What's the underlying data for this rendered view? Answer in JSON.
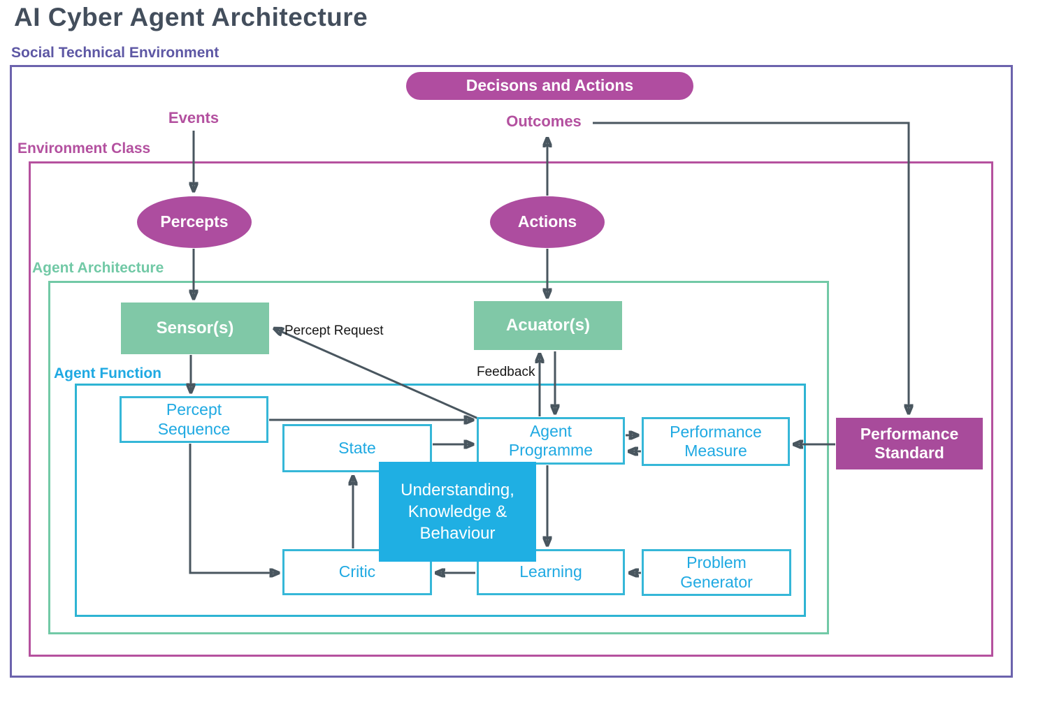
{
  "title": "AI Cyber Agent Architecture",
  "banner": {
    "label": "Decisons and Actions"
  },
  "containers": {
    "social_technical": "Social Technical Environment",
    "environment_class": "Environment Class",
    "agent_architecture": "Agent Architecture",
    "agent_function": "Agent Function"
  },
  "nodes": {
    "events": "Events",
    "outcomes": "Outcomes",
    "percepts": "Percepts",
    "actions": "Actions",
    "sensors": "Sensor(s)",
    "actuators": "Acuator(s)",
    "percept_sequence": "Percept Sequence",
    "state": "State",
    "agent_programme": "Agent Programme",
    "performance_measure": "Performance Measure",
    "performance_standard": "Performance Standard",
    "understanding": "Understanding, Knowledge & Behaviour",
    "critic": "Critic",
    "learning": "Learning",
    "problem_generator": "Problem Generator"
  },
  "edge_labels": {
    "percept_request": "Percept Request",
    "feedback": "Feedback"
  },
  "colors": {
    "title_text": "#434e5c",
    "outer_purple": "#6c63ad",
    "magenta": "#b5519e",
    "magenta_fill": "#ad4d9f",
    "green": "#72c9a6",
    "green_fill": "#80c8a7",
    "blue_text": "#1fa9e2",
    "cyan_border": "#36b7d8",
    "blue_fill": "#1fafe3",
    "purple_fill": "#a84b9b",
    "arrow": "#49565f"
  }
}
